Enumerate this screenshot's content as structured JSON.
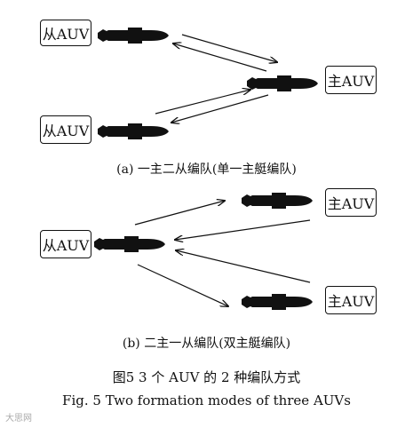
{
  "panel_a": {
    "follower_top_label": "从AUV",
    "follower_bottom_label": "从AUV",
    "leader_label": "主AUV",
    "caption": "(a)  一主二从编队(单一主艇编队)"
  },
  "panel_b": {
    "follower_label": "从AUV",
    "leader_top_label": "主AUV",
    "leader_bottom_label": "主AUV",
    "caption": "(b)  二主一从编队(双主艇编队)"
  },
  "figure": {
    "title_cn": "图5   3 个 AUV 的 2 种编队方式",
    "title_en": "Fig. 5  Two formation modes of three AUVs"
  },
  "watermark": "大思网"
}
